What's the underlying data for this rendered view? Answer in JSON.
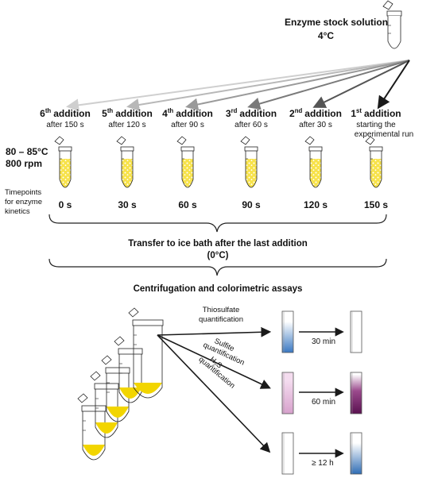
{
  "stock": {
    "title": "Enzyme stock solution",
    "temp": "4°C"
  },
  "additions": [
    {
      "num": "6",
      "sup": "th",
      "word": "addition",
      "sub": "after 150 s",
      "time": "0 s"
    },
    {
      "num": "5",
      "sup": "th",
      "word": "addition",
      "sub": "after 120 s",
      "time": "30 s"
    },
    {
      "num": "4",
      "sup": "th",
      "word": "addition",
      "sub": "after 90 s",
      "time": "60 s"
    },
    {
      "num": "3",
      "sup": "rd",
      "word": "addition",
      "sub": "after 60 s",
      "time": "90 s"
    },
    {
      "num": "2",
      "sup": "nd",
      "word": "addition",
      "sub": "after 30 s",
      "time": "120 s"
    },
    {
      "num": "1",
      "sup": "st",
      "word": "addition",
      "sub": "starting the",
      "sub2": "experimental run",
      "time": "150 s"
    }
  ],
  "conditions": {
    "temp": "80 – 85°C",
    "rpm": "800 rpm"
  },
  "timepoints_label": [
    "Timepoints",
    "for enzyme",
    "kinetics"
  ],
  "transfer": {
    "line1": "Transfer to ice bath after the last addition",
    "line2": "(0°C)"
  },
  "assays_title": "Centrifugation and colorimetric assays",
  "assays": [
    {
      "label": "Thiosulfate",
      "label2": "quantification",
      "time": "30 min",
      "start_color": "#3a78c2",
      "end_color": "#ffffff"
    },
    {
      "label": "Sulfite",
      "label2": "quantification",
      "time": "60 min",
      "start_color": "#e2b4d8",
      "end_color": "#6a1a5a"
    },
    {
      "label": "H",
      "sub": "2",
      "label_rest": "S",
      "label2": "quantification",
      "time": "≥ 12 h",
      "start_color": "#ffffff",
      "end_color": "#3a78c2"
    }
  ],
  "colors": {
    "yellow": "#f2d500",
    "arrow_light": "#c8c8c8",
    "arrow_dark": "#1a1a1a"
  }
}
